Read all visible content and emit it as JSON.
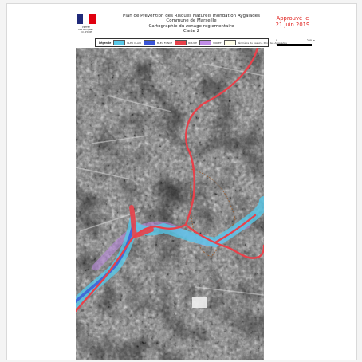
{
  "header": {
    "logo": {
      "flag_colors": [
        "#1f2a7a",
        "#ffffff",
        "#e1000f"
      ],
      "caption": "PRÉFET\nDES BOUCHES-\nDU-RHÔNE"
    },
    "title_lines": [
      "Plan de Prevention des Risques Naturels Inondation Aygalades",
      "Commune de Marseille",
      "Cartographie du zonage reglementaire",
      "Carte  2"
    ],
    "approval_lines": [
      "Approuvé le",
      "21 juin 2019"
    ],
    "approval_color": "#e0201c"
  },
  "legend": {
    "title": "Légende",
    "items": [
      {
        "label": "BLEU CLAIR",
        "color": "#58c8e8"
      },
      {
        "label": "BLEU FONCE",
        "color": "#3a55d8"
      },
      {
        "label": "ROUGE",
        "color": "#e8414a"
      },
      {
        "label": "VIOLET",
        "color": "#c18ce8"
      },
      {
        "label": "Périmètre du bassin - Pont des Aygalades",
        "color": "#fffde6"
      }
    ]
  },
  "scale": {
    "start": "0",
    "end": "200",
    "unit": "m"
  },
  "map": {
    "background": "aerial-photo-grayscale",
    "zone_colors": {
      "rouge": "#e8414a",
      "bleu_clair": "#58c8e8",
      "bleu_fonce": "#3a55d8",
      "violet": "#c18ce8",
      "perimetre": "#9a5a2a"
    }
  }
}
